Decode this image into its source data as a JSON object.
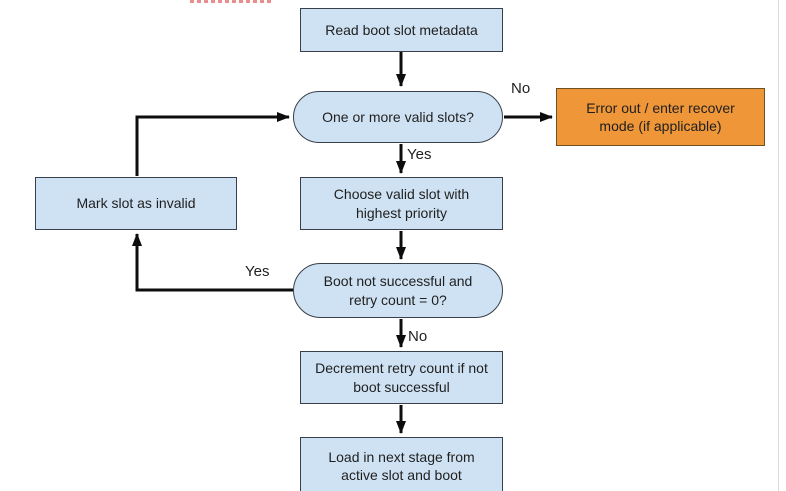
{
  "flowchart": {
    "nodes": [
      {
        "id": "read-boot-slot-metadata",
        "label": "Read boot slot metadata",
        "shape": "rect",
        "fill": "blue"
      },
      {
        "id": "one-or-more-valid-slots",
        "label": "One or more valid slots?",
        "shape": "stadium",
        "fill": "blue"
      },
      {
        "id": "error-out-recover-mode",
        "label": "Error out / enter recover mode (if applicable)",
        "shape": "rect",
        "fill": "orange"
      },
      {
        "id": "choose-valid-slot",
        "label": "Choose valid slot with highest priority",
        "shape": "rect",
        "fill": "blue"
      },
      {
        "id": "boot-not-successful-check",
        "label": "Boot not successful and retry count = 0?",
        "shape": "stadium",
        "fill": "blue"
      },
      {
        "id": "mark-slot-invalid",
        "label": "Mark slot as invalid",
        "shape": "rect",
        "fill": "blue"
      },
      {
        "id": "decrement-retry-count",
        "label": "Decrement retry count if not boot successful",
        "shape": "rect",
        "fill": "blue"
      },
      {
        "id": "load-next-stage",
        "label": "Load in next stage from active slot and boot",
        "shape": "rect",
        "fill": "blue"
      }
    ],
    "edges": [
      {
        "from": "read-boot-slot-metadata",
        "to": "one-or-more-valid-slots",
        "label": ""
      },
      {
        "from": "one-or-more-valid-slots",
        "to": "error-out-recover-mode",
        "label": "No"
      },
      {
        "from": "one-or-more-valid-slots",
        "to": "choose-valid-slot",
        "label": "Yes"
      },
      {
        "from": "choose-valid-slot",
        "to": "boot-not-successful-check",
        "label": ""
      },
      {
        "from": "boot-not-successful-check",
        "to": "mark-slot-invalid",
        "label": "Yes"
      },
      {
        "from": "mark-slot-invalid",
        "to": "one-or-more-valid-slots",
        "label": ""
      },
      {
        "from": "boot-not-successful-check",
        "to": "decrement-retry-count",
        "label": "No"
      },
      {
        "from": "decrement-retry-count",
        "to": "load-next-stage",
        "label": ""
      }
    ],
    "colors": {
      "node_fill_blue": "#cfe2f3",
      "node_fill_orange": "#ee9638",
      "node_border": "#39404c",
      "arrow": "#0d0d0d",
      "text": "#1f1f1f",
      "artifact_red": "#ea8d8d"
    }
  }
}
